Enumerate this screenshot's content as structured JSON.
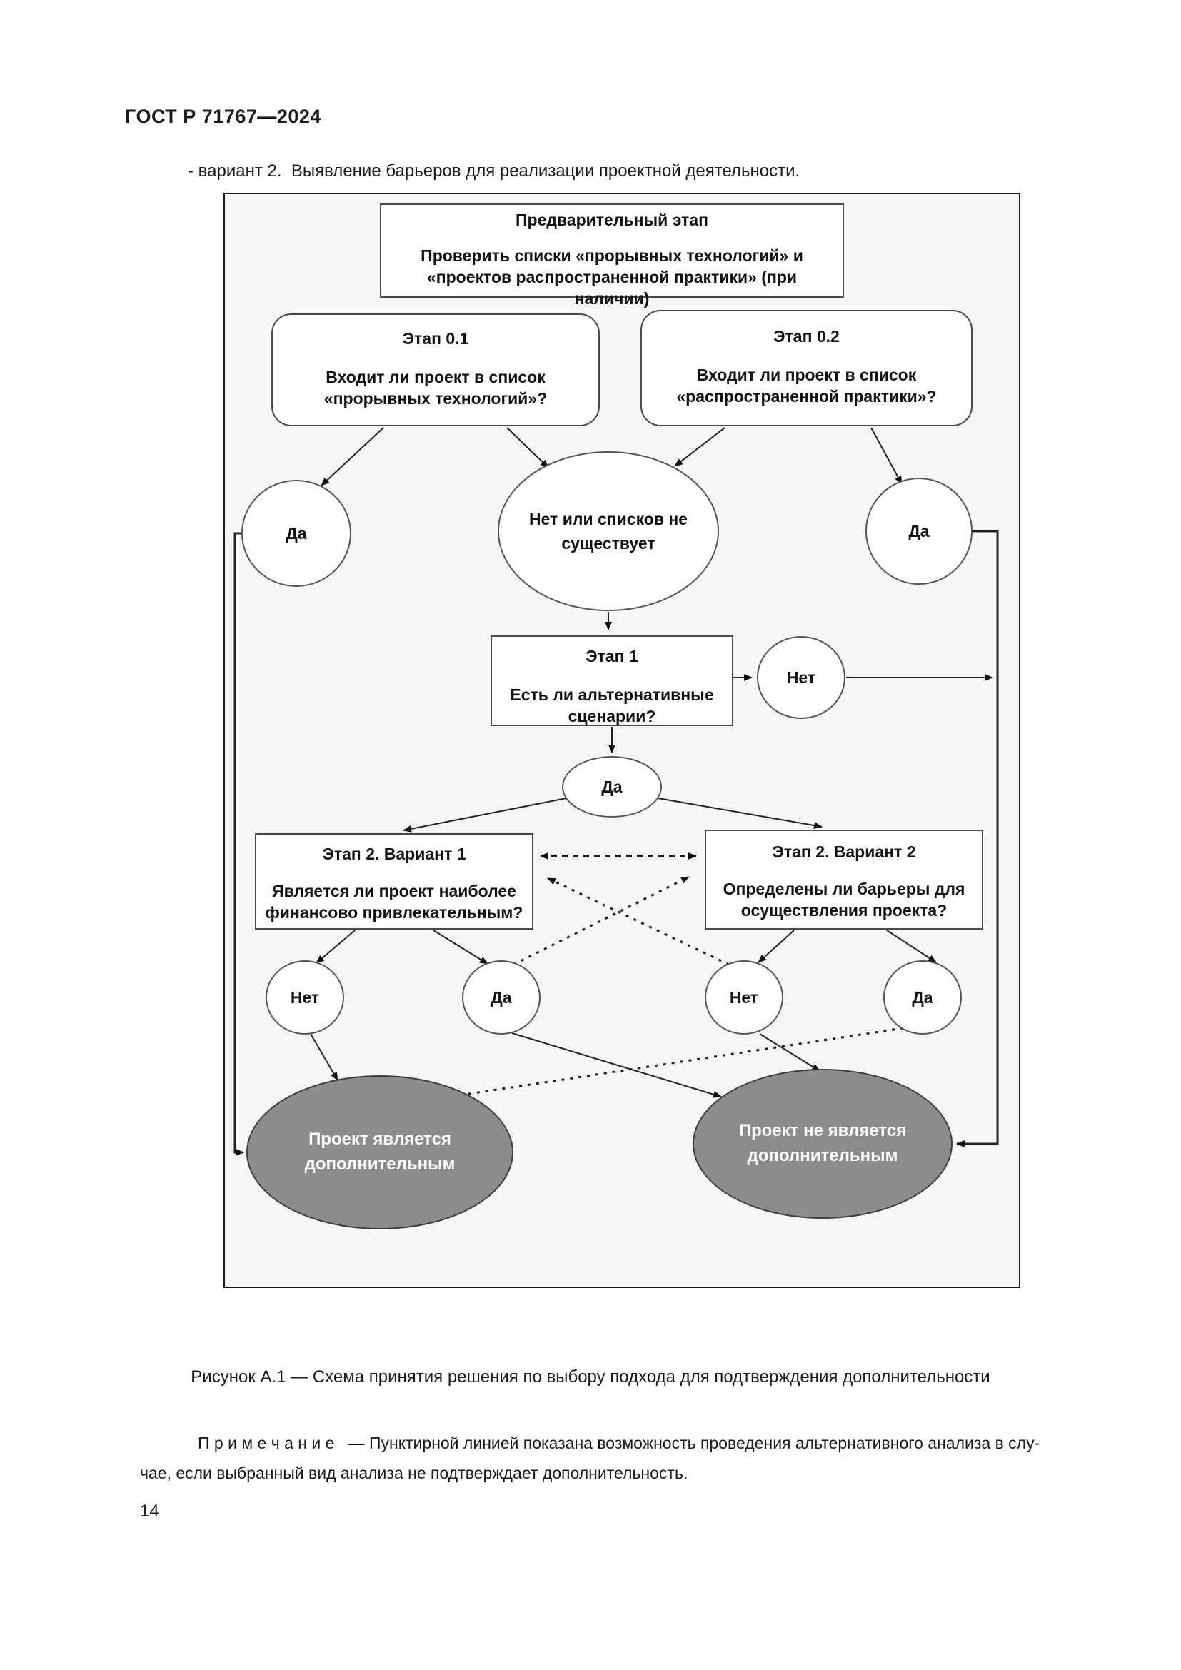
{
  "page": {
    "header": "ГОСТ Р 71767—2024",
    "intro": "- вариант 2.  Выявление барьеров для реализации проектной деятельности.",
    "caption": "Рисунок А.1 — Схема принятия решения по выбору подхода для подтверждения дополнительности",
    "note_line1": "П р и м е ч а н и е   — Пунктирной линией показана возможность проведения альтернативного анализа в слу-",
    "note_line2": "чае, если выбранный вид анализа не подтверждает дополнительность.",
    "page_number": "14"
  },
  "diagram": {
    "pre_stage": {
      "title": "Предварительный этап",
      "text": "Проверить списки «прорывных технологий» и «проектов распространенной практики» (при наличии)"
    },
    "stage01": {
      "title": "Этап 0.1",
      "text": "Входит ли проект в список «прорывных технологий»?"
    },
    "stage02": {
      "title": "Этап 0.2",
      "text": "Входит ли проект в список «распространенной практики»?"
    },
    "stage1": {
      "title": "Этап 1",
      "text": "Есть ли альтернативные сценарии?"
    },
    "variant1": {
      "title": "Этап 2. Вариант 1",
      "text": "Является ли проект наиболее финансово привлекательным?"
    },
    "variant2": {
      "title": "Этап 2. Вариант 2",
      "text": "Определены ли барьеры для осуществления проекта?"
    },
    "decisions": {
      "yes_left": "Да",
      "no_lists": "Нет или списков не существует",
      "yes_right": "Да",
      "stage1_no": "Нет",
      "stage1_yes": "Да",
      "v1_no": "Нет",
      "v1_yes": "Да",
      "v2_no": "Нет",
      "v2_yes": "Да"
    },
    "results": {
      "additional": "Проект является дополнительным",
      "not_additional": "Проект не является дополнительным"
    },
    "colors": {
      "result_fill": "#8c8c8c",
      "frame_background": "#f6f6f6",
      "line_color": "#222222"
    }
  }
}
